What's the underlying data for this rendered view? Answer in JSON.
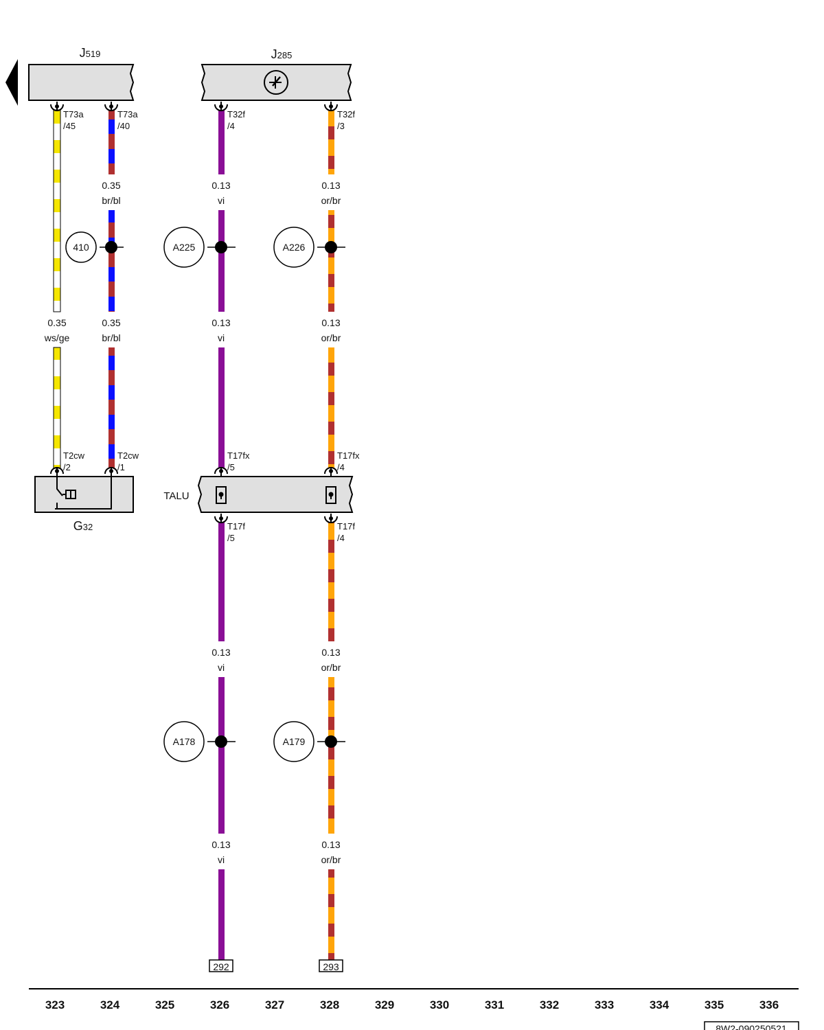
{
  "components": {
    "j519": {
      "prefix": "J",
      "num": "519"
    },
    "j285": {
      "prefix": "J",
      "num": "285"
    },
    "g32": {
      "prefix": "G",
      "num": "32"
    },
    "talu": "TALU"
  },
  "pins": {
    "j519_p45": {
      "a": "T73a",
      "b": "/45"
    },
    "j519_p40": {
      "a": "T73a",
      "b": "/40"
    },
    "j285_p4": {
      "a": "T32f",
      "b": "/4"
    },
    "j285_p3": {
      "a": "T32f",
      "b": "/3"
    },
    "g32_p2": {
      "a": "T2cw",
      "b": "/2"
    },
    "g32_p1": {
      "a": "T2cw",
      "b": "/1"
    },
    "talu_top_p5": {
      "a": "T17fx",
      "b": "/5"
    },
    "talu_top_p4": {
      "a": "T17fx",
      "b": "/4"
    },
    "talu_bot_p5": {
      "a": "T17f",
      "b": "/5"
    },
    "talu_bot_p4": {
      "a": "T17f",
      "b": "/4"
    }
  },
  "wire_labels": {
    "w324a": {
      "size": "0.35",
      "color": "br/bl"
    },
    "w326a": {
      "size": "0.13",
      "color": "vi"
    },
    "w328a": {
      "size": "0.13",
      "color": "or/br"
    },
    "w323b": {
      "size": "0.35",
      "color": "ws/ge"
    },
    "w324b": {
      "size": "0.35",
      "color": "br/bl"
    },
    "w326b": {
      "size": "0.13",
      "color": "vi"
    },
    "w328b": {
      "size": "0.13",
      "color": "or/br"
    },
    "w326c": {
      "size": "0.13",
      "color": "vi"
    },
    "w328c": {
      "size": "0.13",
      "color": "or/br"
    },
    "w326d": {
      "size": "0.13",
      "color": "vi"
    },
    "w328d": {
      "size": "0.13",
      "color": "or/br"
    }
  },
  "junctions": {
    "j410": "410",
    "a225": "A225",
    "a226": "A226",
    "a178": "A178",
    "a179": "A179"
  },
  "continuations": {
    "c292": "292",
    "c293": "293"
  },
  "columns": [
    "323",
    "324",
    "325",
    "326",
    "327",
    "328",
    "329",
    "330",
    "331",
    "332",
    "333",
    "334",
    "335",
    "336"
  ],
  "doc_id": "8W2-090250521",
  "wire_colors": {
    "ws": "#ffffff",
    "ge": "#f5e600",
    "br": "#b03030",
    "bl": "#0a10ff",
    "vi": "#8a0f96",
    "or": "#ffa50a",
    "box_fill": "#e0e0e0"
  }
}
